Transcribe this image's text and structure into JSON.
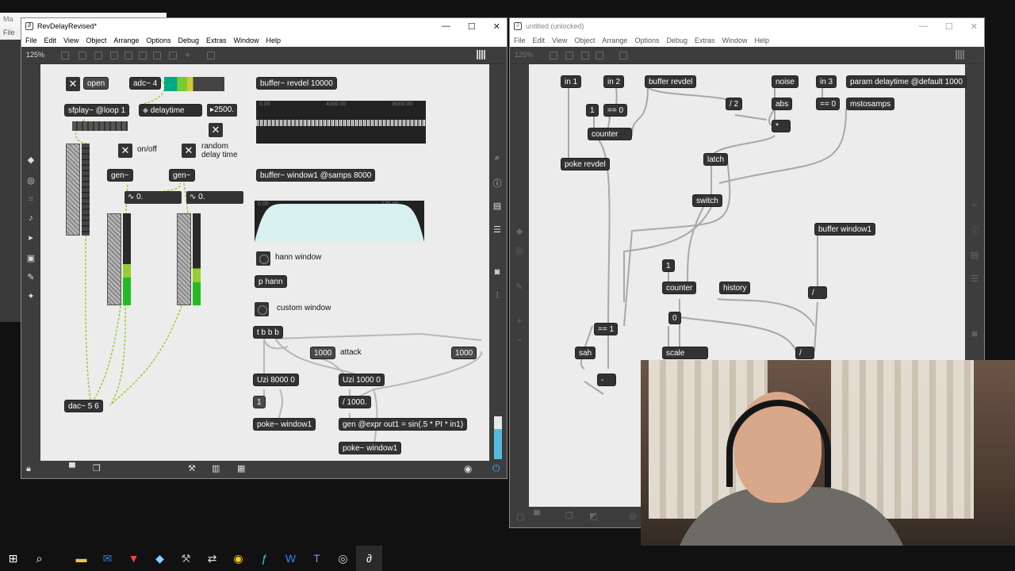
{
  "left_window": {
    "title": "RevDelayRevised*",
    "zoom": "125%",
    "menu": [
      "File",
      "Edit",
      "View",
      "Object",
      "Arrange",
      "Options",
      "Debug",
      "Extras",
      "Window",
      "Help"
    ],
    "objects": {
      "open": "open",
      "adc": "adc~ 4",
      "sfplay": "sfplay~ @loop 1",
      "delaytime": "delaytime",
      "delay_value": "2500.",
      "onoff": "on/off",
      "random_delay": "random\ndelay time",
      "gen1": "gen~",
      "gen2": "gen~",
      "num1": "0.",
      "num2": "0.",
      "dac": "dac~ 5 6",
      "buffer_revdel": "buffer~ revdel 10000",
      "buffer_window": "buffer~ window1 @samps 8000",
      "hann_window": "hann window",
      "p_hann": "p hann",
      "custom_window": "custom window",
      "tbbb": "t b b b",
      "msg1000a": "1000",
      "attack": "attack",
      "msg1000b": "1000",
      "uzi8000": "Uzi 8000 0",
      "uzi1000": "Uzi 1000 0",
      "one": "1",
      "div1000": "/ 1000.",
      "poke1": "poke~ window1",
      "gen_expr": "gen @expr out1 = sin(.5 * PI * in1)",
      "poke2": "poke~ window1"
    },
    "wave_ticks": [
      "0.00",
      "4000.00",
      "8000.00"
    ],
    "window_ticks": [
      "0.00",
      "125.00"
    ]
  },
  "right_window": {
    "title": "untitled (unlocked)",
    "zoom": "125%",
    "menu": [
      "File",
      "Edit",
      "View",
      "Object",
      "Arrange",
      "Options",
      "Debug",
      "Extras",
      "Window",
      "Help"
    ],
    "objects": {
      "in1": "in 1",
      "in2": "in 2",
      "buffer_revdel": "buffer revdel",
      "noise": "noise",
      "in3": "in 3",
      "param": "param delaytime @default 1000",
      "one": "1",
      "eq0": "== 0",
      "div2": "/ 2",
      "abs": "abs",
      "eq0b": "== 0",
      "mstosamps": "mstosamps",
      "counter1": "counter",
      "mul": "*",
      "poke": "poke revdel",
      "latch": "latch",
      "switch": "switch",
      "buffer_window1": "buffer window1",
      "one2": "1",
      "counter2": "counter",
      "history": "history",
      "div_a": "/",
      "eq1": "== 1",
      "zero": "0",
      "sah": "sah",
      "scale": "scale",
      "div_b": "/",
      "minus": "-"
    }
  },
  "bg_window": {
    "title": "Ma",
    "menu": "File"
  },
  "taskbar": [
    "windows-icon",
    "search-icon",
    "file-explorer-icon",
    "mail-icon",
    "brave-icon",
    "app-icon",
    "app-icon",
    "app-icon",
    "chrome-icon",
    "app-icon",
    "word-icon",
    "teams-icon",
    "app-icon",
    "max-icon"
  ],
  "colors": {
    "canvas": "#ececec",
    "object": "#333333",
    "patchcord_signal": "#9acd32",
    "meter_green": "#22c55e"
  }
}
